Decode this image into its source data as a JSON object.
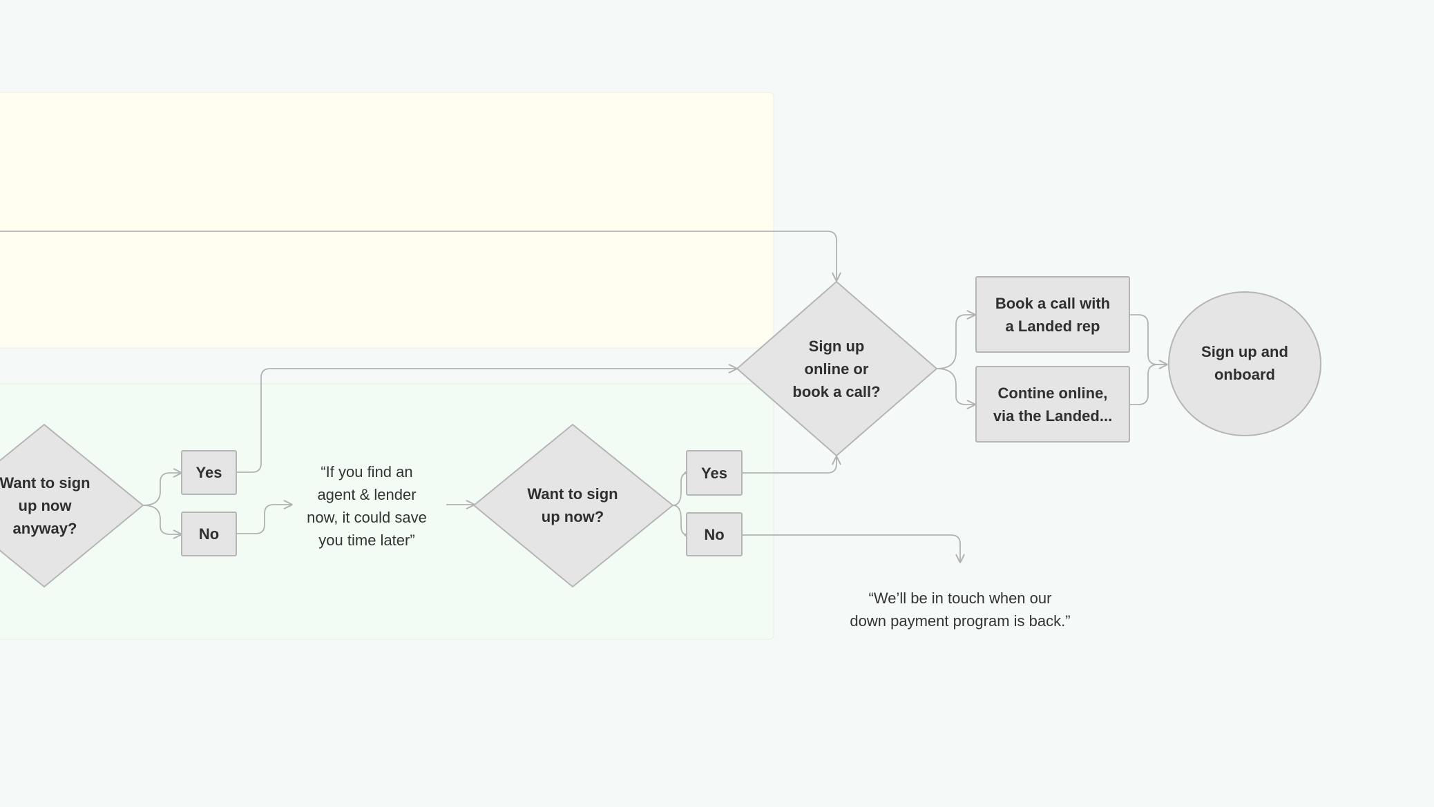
{
  "diagram": {
    "colors": {
      "background": "#f5f9f8",
      "lane_yellow": "#fffef1",
      "lane_green": "#f2fcf5",
      "node_fill": "#e5e5e5",
      "node_stroke": "#b5b5b5",
      "connector": "#b2b2b2"
    },
    "nodes": {
      "diamond_anyway": {
        "label": "Want to sign\nup now\nanyway?"
      },
      "box_yes_1": {
        "label": "Yes"
      },
      "box_no_1": {
        "label": "No"
      },
      "quote_agent": {
        "label": "“If you find an\nagent & lender\nnow, it could save\nyou time later”"
      },
      "diamond_now": {
        "label": "Want to sign\nup now?"
      },
      "box_yes_2": {
        "label": "Yes"
      },
      "box_no_2": {
        "label": "No"
      },
      "diamond_online_call": {
        "label": "Sign up\nonline or\nbook a call?"
      },
      "box_book_call": {
        "label": "Book a call with\na Landed rep"
      },
      "box_continue_online": {
        "label": "Contine online,\nvia the Landed..."
      },
      "circle_signup": {
        "label": "Sign up and\nonboard"
      },
      "quote_touch": {
        "label": "“We’ll be in touch when our\ndown payment program is back.”"
      }
    }
  }
}
